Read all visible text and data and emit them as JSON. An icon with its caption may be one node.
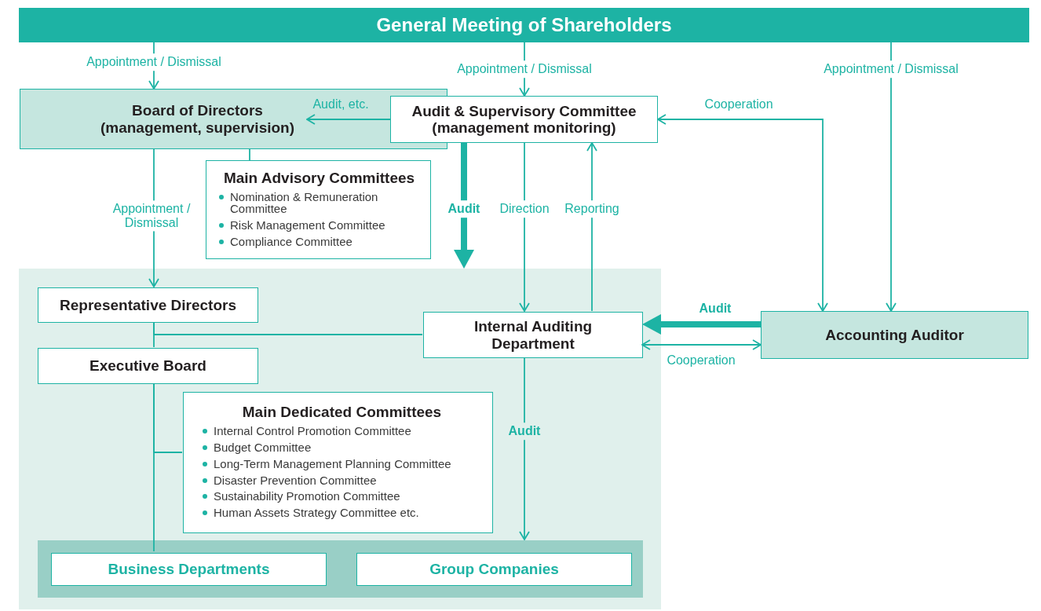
{
  "diagram": {
    "nodes": [
      {
        "text": [
          "General Meeting of Shareholders"
        ]
      },
      {
        "text": [
          "Board of Directors (management, supervision)"
        ]
      },
      {
        "text": [
          "Audit & Supervisory Committee (management monitoring)"
        ]
      },
      {
        "text": [
          "Main Advisory Committees",
          "Nomination & Remuneration Committee",
          "Risk Management Committee",
          "Compliance Committee"
        ]
      },
      {
        "text": [],
        "shape": "box"
      },
      {
        "text": [
          "Representative Directors"
        ],
        "in": 4
      },
      {
        "text": [
          "Internal Auditing Department"
        ],
        "in": 4
      },
      {
        "text": [
          "Accounting Auditor"
        ]
      },
      {
        "text": [
          "Executive Board"
        ],
        "in": 4
      },
      {
        "text": [
          "Main Dedicated Committees",
          "Internal Control Promotion Committee",
          "Budget Committee",
          "Long-Term Management Planning Committee",
          "Disaster Prevention Committee",
          "Sustainability Promotion Committee",
          "Human Assets Strategy Committee etc."
        ],
        "in": 4
      },
      {
        "text": [],
        "shape": "box",
        "in": 4
      },
      {
        "text": [
          "Business Departments"
        ],
        "in": 10
      },
      {
        "text": [
          "Group Companies"
        ],
        "in": 10
      }
    ],
    "edges": [
      {
        "from": 0,
        "to": 1,
        "arrow": "to",
        "label": "Appointment / Dismissal"
      },
      {
        "from": 0,
        "to": 2,
        "arrow": "to",
        "label": "Appointment / Dismissal"
      },
      {
        "from": 0,
        "to": 7,
        "arrow": "to",
        "label": "Appointment / Dismissal"
      },
      {
        "from": 2,
        "to": 1,
        "arrow": "to",
        "label": "Audit, etc."
      },
      {
        "from": 2,
        "to": 7,
        "arrow": "both",
        "label": "Cooperation"
      },
      {
        "from": 1,
        "to": 3,
        "arrow": "none"
      },
      {
        "from": 1,
        "to": 5,
        "arrow": "to",
        "label": "Appointment / Dismissal"
      },
      {
        "from": 2,
        "to": 4,
        "arrow": "to",
        "label": "Audit",
        "style": "thick"
      },
      {
        "from": 2,
        "to": 6,
        "arrow": "to",
        "label": "Direction"
      },
      {
        "from": 6,
        "to": 2,
        "arrow": "to",
        "label": "Reporting"
      },
      {
        "from": 7,
        "to": 6,
        "arrow": "to",
        "label": "Audit",
        "style": "thick"
      },
      {
        "from": 6,
        "to": 7,
        "arrow": "both",
        "label": "Cooperation"
      },
      {
        "from": 5,
        "to": 8,
        "arrow": "none"
      },
      {
        "from": 6,
        "to": 5,
        "arrow": "none"
      },
      {
        "from": 8,
        "to": 11,
        "arrow": "none"
      },
      {
        "from": 8,
        "to": 9,
        "arrow": "none"
      },
      {
        "from": 6,
        "to": 10,
        "arrow": "to",
        "label": "Audit"
      }
    ]
  }
}
